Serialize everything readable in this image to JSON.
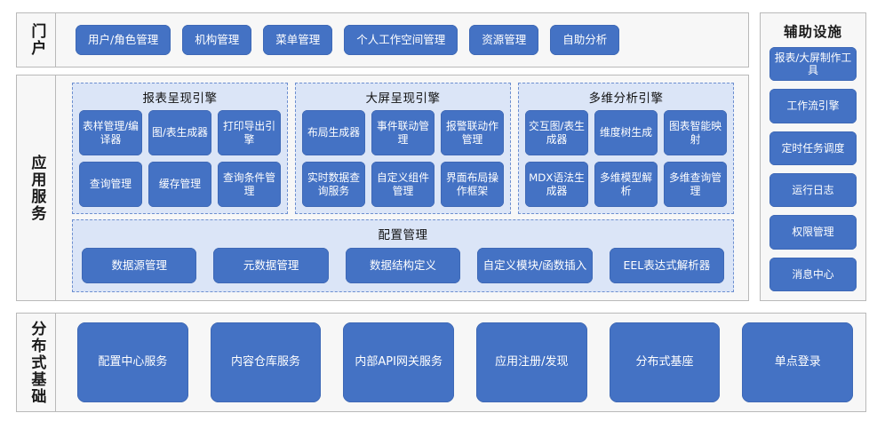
{
  "diagram": {
    "title": "",
    "accent_color": "#4472c4",
    "panel_fill": "#dbe5f7",
    "panel_border": "#6d8fd0",
    "frame_fill": "#f7f7f7",
    "frame_border": "#b9b9b9"
  },
  "portal": {
    "band_label": "门户",
    "items": [
      {
        "label": "用户/角色管理"
      },
      {
        "label": "机构管理"
      },
      {
        "label": "菜单管理"
      },
      {
        "label": "个人工作空间管理"
      },
      {
        "label": "资源管理"
      },
      {
        "label": "自助分析"
      }
    ]
  },
  "aux": {
    "title": "辅助设施",
    "items": [
      {
        "label": "报表/大屏制作工具"
      },
      {
        "label": "工作流引擎"
      },
      {
        "label": "定时任务调度"
      },
      {
        "label": "运行日志"
      },
      {
        "label": "权限管理"
      },
      {
        "label": "消息中心"
      }
    ]
  },
  "app_services": {
    "band_label": "应用服务",
    "engines": [
      {
        "title": "报表呈现引擎",
        "tiles": [
          {
            "label": "表样管理/编译器"
          },
          {
            "label": "图/表生成器"
          },
          {
            "label": "打印导出引擎"
          },
          {
            "label": "查询管理"
          },
          {
            "label": "缓存管理"
          },
          {
            "label": "查询条件管理"
          }
        ]
      },
      {
        "title": "大屏呈现引擎",
        "tiles": [
          {
            "label": "布局生成器"
          },
          {
            "label": "事件联动管理"
          },
          {
            "label": "报警联动作管理"
          },
          {
            "label": "实时数据查询服务"
          },
          {
            "label": "自定义组件管理"
          },
          {
            "label": "界面布局操作框架"
          }
        ]
      },
      {
        "title": "多维分析引擎",
        "tiles": [
          {
            "label": "交互图/表生成器"
          },
          {
            "label": "维度树生成"
          },
          {
            "label": "图表智能映射"
          },
          {
            "label": "MDX语法生成器"
          },
          {
            "label": "多维模型解析"
          },
          {
            "label": "多维查询管理"
          }
        ]
      }
    ],
    "config": {
      "title": "配置管理",
      "tiles": [
        {
          "label": "数据源管理"
        },
        {
          "label": "元数据管理"
        },
        {
          "label": "数据结构定义"
        },
        {
          "label": "自定义模块/函数插入"
        },
        {
          "label": "EEL表达式解析器"
        }
      ]
    }
  },
  "distributed": {
    "band_label": "分布式基础",
    "items": [
      {
        "label": "配置中心服务"
      },
      {
        "label": "内容仓库服务"
      },
      {
        "label": "内部API网关服务"
      },
      {
        "label": "应用注册/发现"
      },
      {
        "label": "分布式基座"
      },
      {
        "label": "单点登录"
      }
    ]
  }
}
